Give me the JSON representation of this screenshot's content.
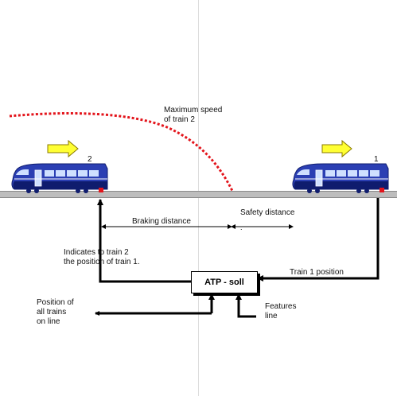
{
  "labels": {
    "max_speed": [
      "Maximum speed",
      "of train 2"
    ],
    "train2_number": "2",
    "train1_number": "1",
    "braking_distance": "Braking distance",
    "safety_distance": "Safety distance",
    "indicates": [
      "Indicates to train 2",
      "the position of train 1."
    ],
    "train1_position": "Train 1 position",
    "atp_box": "ATP - soll",
    "position_all_trains": [
      "Position of",
      "all trains",
      "on line"
    ],
    "features": [
      "Features",
      "line"
    ]
  },
  "colors": {
    "train_body": "#2b3fb3",
    "train_dark": "#0f1c6e",
    "window": "#cfe0ff",
    "arrow_fill": "#ffff33",
    "speed_curve": "#e3141b",
    "track": "#bdbdbd"
  },
  "icons": {
    "direction_arrow": "right-arrow-icon",
    "train": "train-icon"
  }
}
